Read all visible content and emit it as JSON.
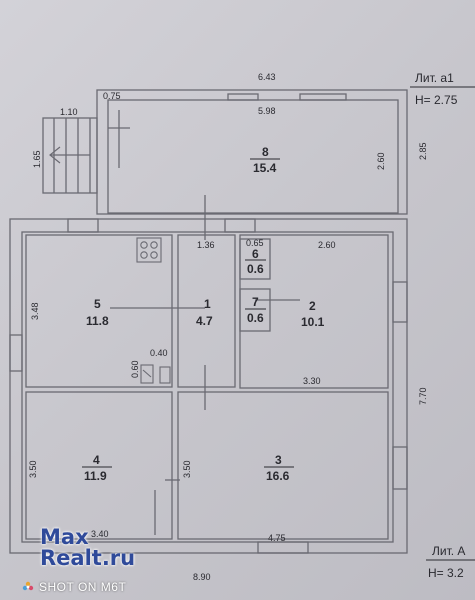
{
  "colors": {
    "line": "#6a6a72",
    "text": "#2a2a30",
    "watermark": "#2f4a9a"
  },
  "lit_a1": {
    "title": "Лит. а1",
    "height": "H= 2.75"
  },
  "lit_a": {
    "title": "Лит. А",
    "height": "H= 3.2"
  },
  "dimensions": {
    "top_total": "6.43",
    "porch_offset": "0.75",
    "room8_width": "5.98",
    "room8_depth": "2.60",
    "annex_depth": "2.85",
    "porch_width": "1.10",
    "porch_depth": "1.65",
    "room1_width": "1.36",
    "room6_width": "0.65",
    "room2_width": "2.60",
    "room5_depth": "3.48",
    "stove_a": "0.40",
    "stove_b": "0.60",
    "room2_bottom": "3.30",
    "house_depth": "7.70",
    "room4_depth": "3.50",
    "room3_depth": "3.50",
    "room4_width": "3.40",
    "room3_width": "4.75",
    "bottom_total": "8.90"
  },
  "rooms": [
    {
      "id": "8",
      "area": "15.4"
    },
    {
      "id": "6",
      "area": "0.6"
    },
    {
      "id": "7",
      "area": "0.6"
    },
    {
      "id": "5",
      "area": "11.8"
    },
    {
      "id": "1",
      "area": "4.7"
    },
    {
      "id": "2",
      "area": "10.1"
    },
    {
      "id": "4",
      "area": "11.9"
    },
    {
      "id": "3",
      "area": "16.6"
    }
  ],
  "watermark": {
    "line1": "Max",
    "line2": "Realt.ru"
  },
  "camera_tag": "SHOT ON M6T",
  "icons": [
    "stove-burners-icon",
    "stove-icon",
    "arrow-icon",
    "camera-flower-icon"
  ]
}
